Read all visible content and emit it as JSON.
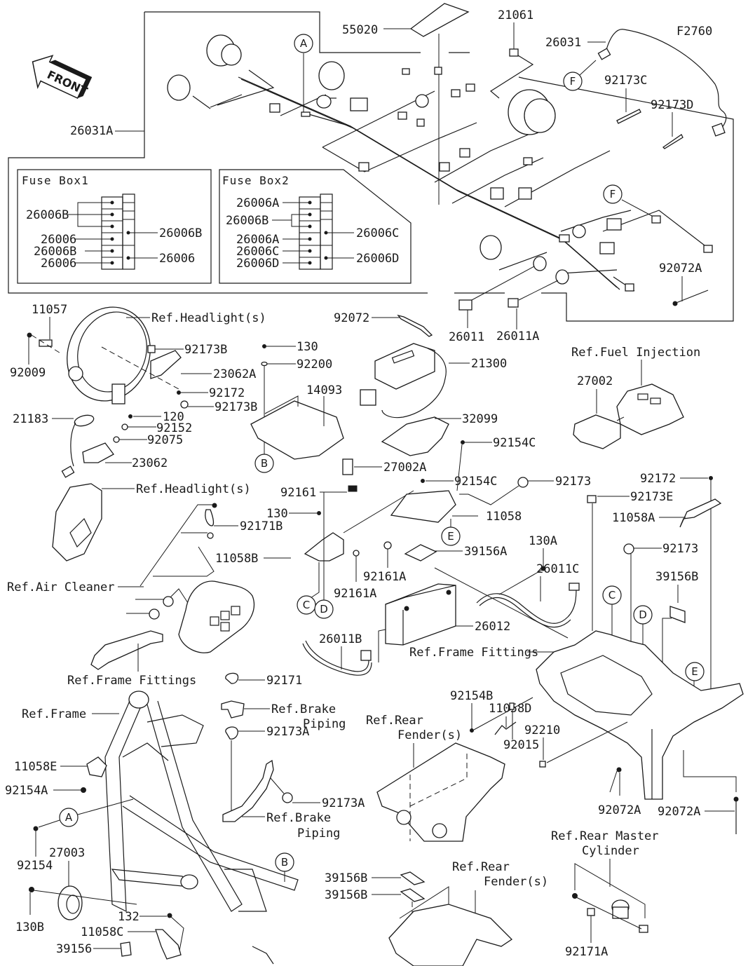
{
  "diagram": {
    "code": "F2760",
    "front_label": "FRONT",
    "harness_box": {
      "main_harness": "26031A",
      "sticker": "55020",
      "relay": "21061",
      "sub_harness": "26031",
      "clamp_c": "92173C",
      "clamp_d": "92173D",
      "band_a": "92072A",
      "fuse_main": "26011",
      "fuse_main_a": "26011A"
    },
    "fuse_box_1": {
      "title": "Fuse Box1",
      "left_labels": [
        "26006B",
        "26006",
        "26006B",
        "26006"
      ],
      "right_labels": [
        "26006B",
        "26006"
      ]
    },
    "fuse_box_2": {
      "title": "Fuse Box2",
      "left_labels": [
        "26006A",
        "26006B",
        "26006A",
        "26006C",
        "26006D"
      ],
      "right_labels": [
        "26006C",
        "26006D"
      ]
    },
    "callouts": {
      "A": "A",
      "B": "B",
      "C": "C",
      "D": "D",
      "E": "E",
      "F": "F"
    },
    "headlight_area": {
      "p11057": "11057",
      "p92009": "92009",
      "ref_headlight_1": "Ref.Headlight(s)",
      "p92173B_1": "92173B",
      "p23062A": "23062A",
      "p92172_1": "92172",
      "p92173B_2": "92173B",
      "p21183": "21183",
      "p120": "120",
      "p92152": "92152",
      "p92075": "92075",
      "p23062": "23062",
      "ref_headlight_2": "Ref.Headlight(s)"
    },
    "ecu_area": {
      "p92072": "92072",
      "p130_1": "130",
      "p92200": "92200",
      "p14093": "14093",
      "p21300": "21300",
      "p32099": "32099",
      "p27002A": "27002A",
      "p92161": "92161",
      "p92154C_1": "92154C",
      "p92154C_2": "92154C",
      "p92173_1": "92173",
      "p11058": "11058",
      "p130A": "130A",
      "p39156A": "39156A",
      "p92161A_1": "92161A",
      "p92161A_2": "92161A",
      "p26011C": "26011C",
      "p26012": "26012",
      "p26011B": "26011B",
      "p130_2": "130",
      "p11058B": "11058B",
      "ref_frame_fittings_2": "Ref.Frame Fittings"
    },
    "fuel_injection": {
      "ref_fuel_injection": "Ref.Fuel Injection",
      "p27002": "27002"
    },
    "air_cleaner_area": {
      "p92171B": "92171B",
      "ref_air_cleaner": "Ref.Air Cleaner",
      "ref_frame_fittings_1": "Ref.Frame Fittings"
    },
    "tray_area": {
      "p92172_2": "92172",
      "p92173E": "92173E",
      "p11058A": "11058A",
      "p92173_2": "92173",
      "p39156B_1": "39156B",
      "p11058D": "11058D",
      "p92154B": "92154B",
      "p92015": "92015",
      "p92210": "92210",
      "p92072A_1": "92072A",
      "p92072A_2": "92072A"
    },
    "frame_area": {
      "p92171": "92171",
      "ref_brake_piping_1_l1": "Ref.Brake",
      "ref_brake_piping_1_l2": "Piping",
      "ref_frame": "Ref.Frame",
      "p11058E": "11058E",
      "p92154A": "92154A",
      "p92173A_1": "92173A",
      "p92173A_2": "92173A",
      "ref_brake_piping_2_l1": "Ref.Brake",
      "ref_brake_piping_2_l2": "Piping",
      "p92154": "92154",
      "p27003": "27003",
      "p130B": "130B",
      "p132": "132",
      "p11058C": "11058C",
      "p39156": "39156"
    },
    "rear_area": {
      "ref_rear_fender_1_l1": "Ref.Rear",
      "ref_rear_fender_1_l2": "Fender(s)",
      "p39156B_2": "39156B",
      "p39156B_3": "39156B",
      "ref_rear_fender_2_l1": "Ref.Rear",
      "ref_rear_fender_2_l2": "Fender(s)",
      "ref_rear_master_l1": "Ref.Rear Master",
      "ref_rear_master_l2": "Cylinder",
      "p92171A": "92171A"
    }
  }
}
